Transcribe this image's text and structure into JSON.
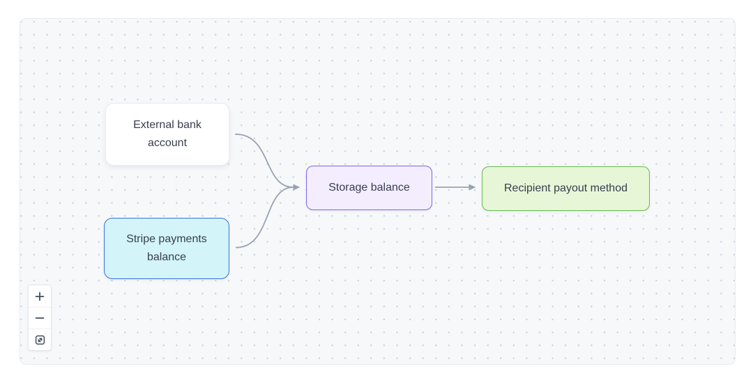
{
  "diagram": {
    "canvas": {
      "background": "#f6f8fa",
      "dot_color": "#cad1dc",
      "border_color": "#e7eaef"
    },
    "edge_color": "#9aa3b2",
    "nodes": [
      {
        "id": "external-bank-account",
        "label": "External bank account",
        "fill": "#ffffff",
        "border": "#e9ecf1",
        "text_color": "#373e4e"
      },
      {
        "id": "stripe-payments-balance",
        "label": "Stripe payments balance",
        "fill": "#d3f4f8",
        "border": "#3a70dd",
        "text_color": "#373e4e"
      },
      {
        "id": "storage-balance",
        "label": "Storage balance",
        "fill": "#f3edfe",
        "border": "#7e64e8",
        "text_color": "#373e4e"
      },
      {
        "id": "recipient-payout-method",
        "label": "Recipient payout method",
        "fill": "#e6f6d7",
        "border": "#66ba4f",
        "text_color": "#373e4e"
      }
    ],
    "edges": [
      {
        "from": "external-bank-account",
        "to": "storage-balance",
        "style": "curved"
      },
      {
        "from": "stripe-payments-balance",
        "to": "storage-balance",
        "style": "curved"
      },
      {
        "from": "storage-balance",
        "to": "recipient-payout-method",
        "style": "straight"
      }
    ]
  },
  "controls": {
    "zoom_in_icon": "plus-icon",
    "zoom_out_icon": "minus-icon",
    "fit_view_icon": "expand-diagonal-icon"
  }
}
